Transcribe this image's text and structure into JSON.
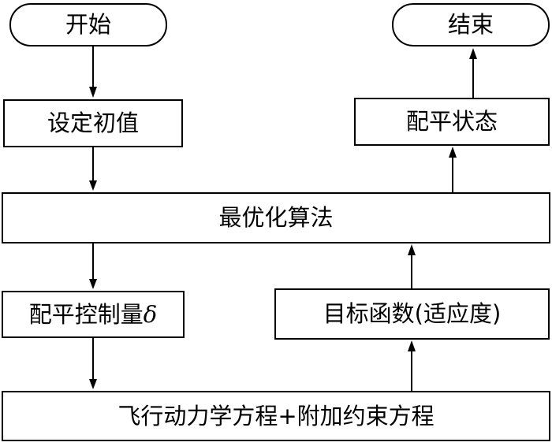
{
  "flowchart": {
    "start": "开始",
    "end": "结束",
    "initial_values": "设定初值",
    "trim_state": "配平状态",
    "optimization_algorithm": "最优化算法",
    "trim_control_prefix": "配平控制量",
    "trim_control_symbol": "δ",
    "objective_function": "目标函数(适应度)",
    "flight_equations": "飞行动力学方程+附加约束方程"
  },
  "style": {
    "line_color": "#000000",
    "background": "#ffffff"
  }
}
